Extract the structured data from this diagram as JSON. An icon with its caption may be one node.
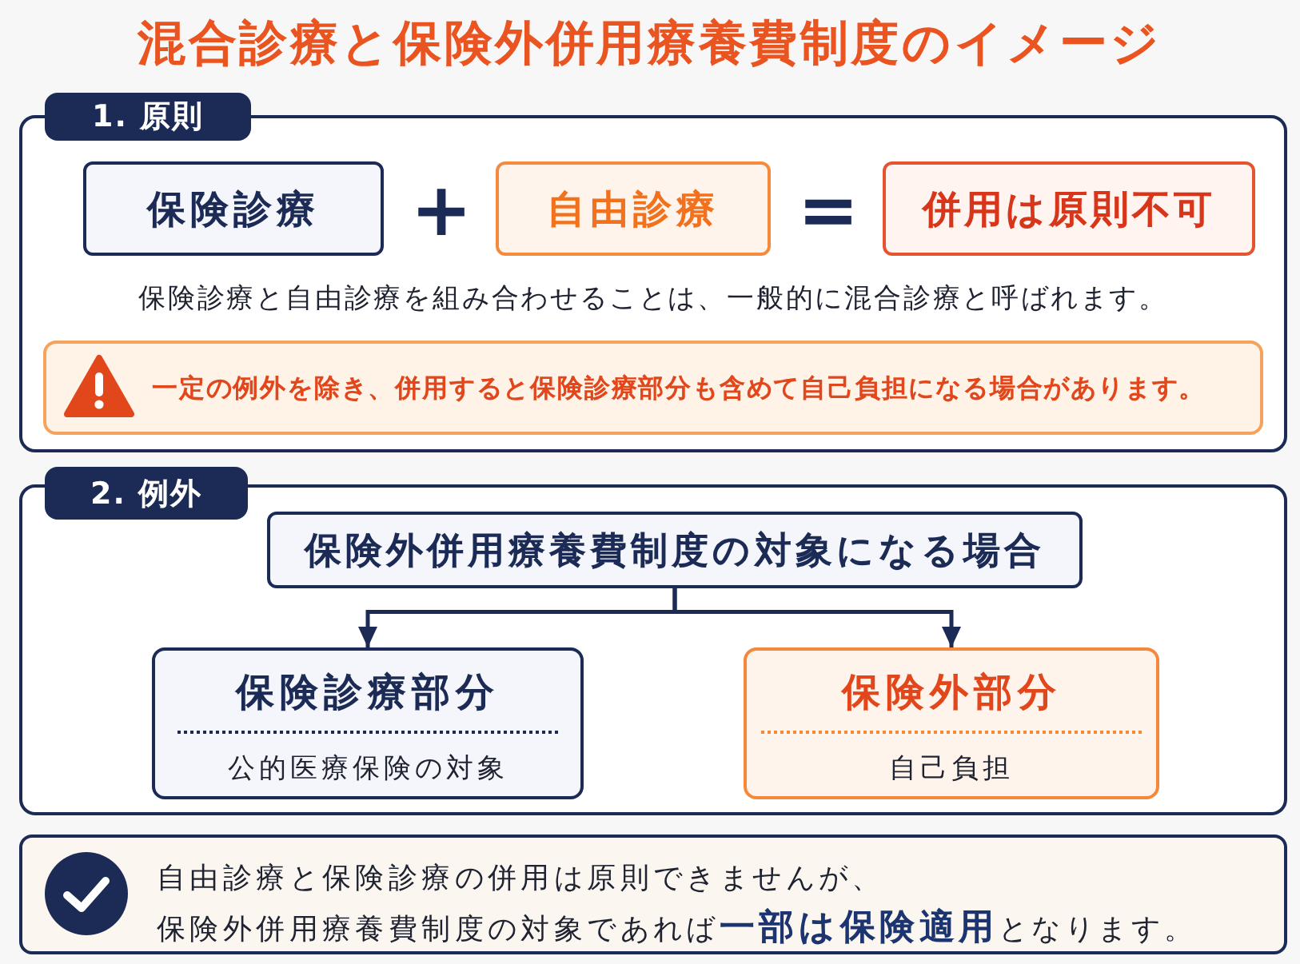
{
  "diagram": {
    "title": "混合診療と保険外併用療養費制度のイメージ",
    "nodes": [
      {
        "text": [
          "1. 原則"
        ]
      },
      {
        "text": [
          "保険診療"
        ],
        "in": 0
      },
      {
        "text": [
          "自由診療"
        ],
        "in": 0
      },
      {
        "text": [
          "併用は原則不可"
        ],
        "in": 0
      },
      {
        "text": [
          "一定の例外を除き、併用すると保険診療部分も含めて自己負担になる場合があります。"
        ],
        "in": 0
      },
      {
        "text": [
          "2. 例外"
        ]
      },
      {
        "text": [
          "保険外併用療養費制度の対象になる場合"
        ],
        "in": 5
      },
      {
        "text": [
          "保険診療部分",
          "公的医療保険の対象"
        ],
        "in": 5
      },
      {
        "text": [
          "保険外部分",
          "自己負担"
        ],
        "in": 5
      },
      {
        "text": [
          "自由診療と保険診療の併用は原則できませんが、保険外併用療養費制度の対象であれば**一部は保険適用**となります。"
        ]
      }
    ],
    "edges": [
      {
        "from": 6,
        "to": 7,
        "arrow": "to"
      },
      {
        "from": 6,
        "to": 8,
        "arrow": "to"
      }
    ],
    "labels": [
      "+",
      "=",
      "保険診療と自由診療を組み合わせることは、一般的に混合診療と呼ばれます。"
    ]
  }
}
